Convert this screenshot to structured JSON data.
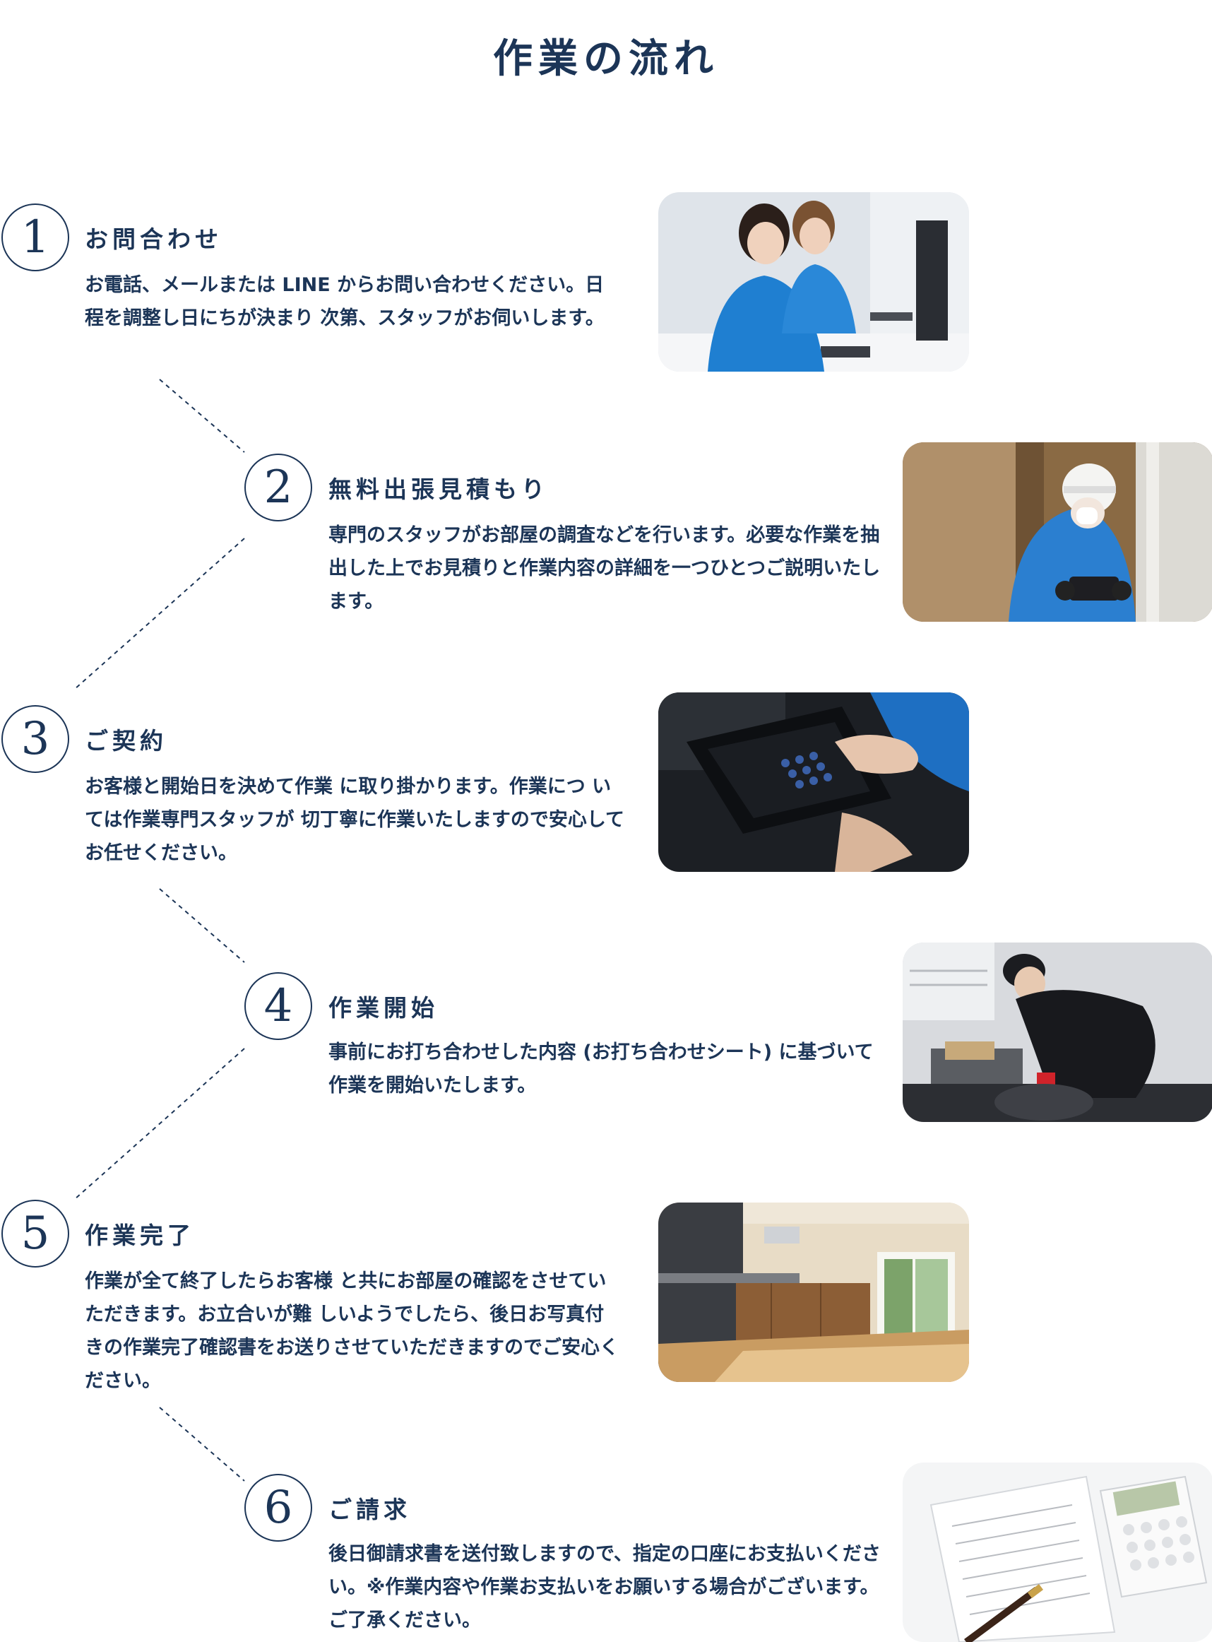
{
  "page": {
    "title": "作業の流れ"
  },
  "steps": [
    {
      "number": "1",
      "title": "お問合わせ",
      "description": "お電話、メールまたは LINE からお問い合わせください。日程を調整し日にちが決まり 次第、スタッフがお伺いします。",
      "photo_icon": "call-center-staff-photo"
    },
    {
      "number": "2",
      "title": "無料出張見積もり",
      "description": "専門のスタッフがお部屋の調査などを行います。必要な作業を抽出した上でお見積りと作業内容の詳細を一つひとつご説明いたします。",
      "photo_icon": "staff-inspection-photo"
    },
    {
      "number": "3",
      "title": "ご契約",
      "description": "お客様と開始日を決めて作業 に取り掛かります。作業につ いては作業専門スタッフが 切丁寧に作業いたしますので安心してお任せください。",
      "photo_icon": "calculator-photo"
    },
    {
      "number": "4",
      "title": "作業開始",
      "description": "事前にお打ち合わせした内容 (お打ち合わせシート) に基づいて作業を開始いたします。",
      "photo_icon": "work-start-photo"
    },
    {
      "number": "5",
      "title": "作業完了",
      "description": "作業が全て終了したらお客様 と共にお部屋の確認をさせていただきます。お立合いが難 しいようでしたら、後日お写真付きの作業完了確認書をお送りさせていただきますのでご安心ください。",
      "photo_icon": "empty-room-photo"
    },
    {
      "number": "6",
      "title": "ご請求",
      "description": "後日御請求書を送付致しますので、指定の口座にお支払いください。※作業内容や作業お支払いをお願いする場合がございます。ご了承ください。",
      "photo_icon": "invoice-calculator-photo"
    }
  ],
  "colors": {
    "navy": "#1c3557",
    "background": "#ffffff"
  }
}
